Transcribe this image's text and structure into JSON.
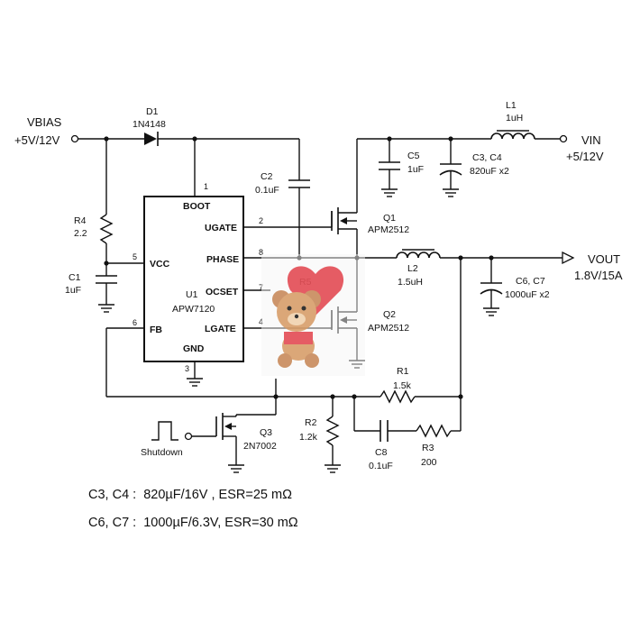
{
  "nets": {
    "vbias_label": "VBIAS",
    "vbias_value": "+5V/12V",
    "vin_label": "VIN",
    "vin_value": "+5/12V",
    "vout_label": "VOUT",
    "vout_value": "1.8V/15A"
  },
  "ic": {
    "ref": "U1",
    "part": "APW7120",
    "pins": {
      "boot": "BOOT",
      "boot_num": "1",
      "ugate": "UGATE",
      "ugate_num": "2",
      "phase": "PHASE",
      "phase_num": "8",
      "ocset": "OCSET",
      "ocset_num": "7",
      "lgate": "LGATE",
      "lgate_num": "4",
      "vcc": "VCC",
      "vcc_num": "5",
      "fb": "FB",
      "fb_num": "6",
      "gnd": "GND",
      "gnd_num": "3"
    }
  },
  "components": {
    "d1_ref": "D1",
    "d1_value": "1N4148",
    "r4_ref": "R4",
    "r4_value": "2.2",
    "c1_ref": "C1",
    "c1_value": "1uF",
    "c2_ref": "C2",
    "c2_value": "0.1uF",
    "c5_ref": "C5",
    "c5_value": "1uF",
    "c34_ref": "C3, C4",
    "c34_value": "820uF x2",
    "l1_ref": "L1",
    "l1_value": "1uH",
    "q1_ref": "Q1",
    "q1_value": "APM2512",
    "q2_ref": "Q2",
    "q2_value": "APM2512",
    "l2_ref": "L2",
    "l2_value": "1.5uH",
    "c67_ref": "C6, C7",
    "c67_value": "1000uF x2",
    "r5_ref": "R5",
    "r1_ref": "R1",
    "r1_value": "1.5k",
    "r2_ref": "R2",
    "r2_value": "1.2k",
    "c8_ref": "C8",
    "c8_value": "0.1uF",
    "r3_ref": "R3",
    "r3_value": "200",
    "q3_ref": "Q3",
    "q3_value": "2N7002",
    "shutdown_label": "Shutdown"
  },
  "notes": [
    "C3, C4 :  820µF/16V , ESR=25 mΩ",
    "C6, C7 :  1000µF/6.3V, ESR=30 mΩ"
  ],
  "overlay": {
    "icon": "teddy-bear-heart-icon"
  }
}
